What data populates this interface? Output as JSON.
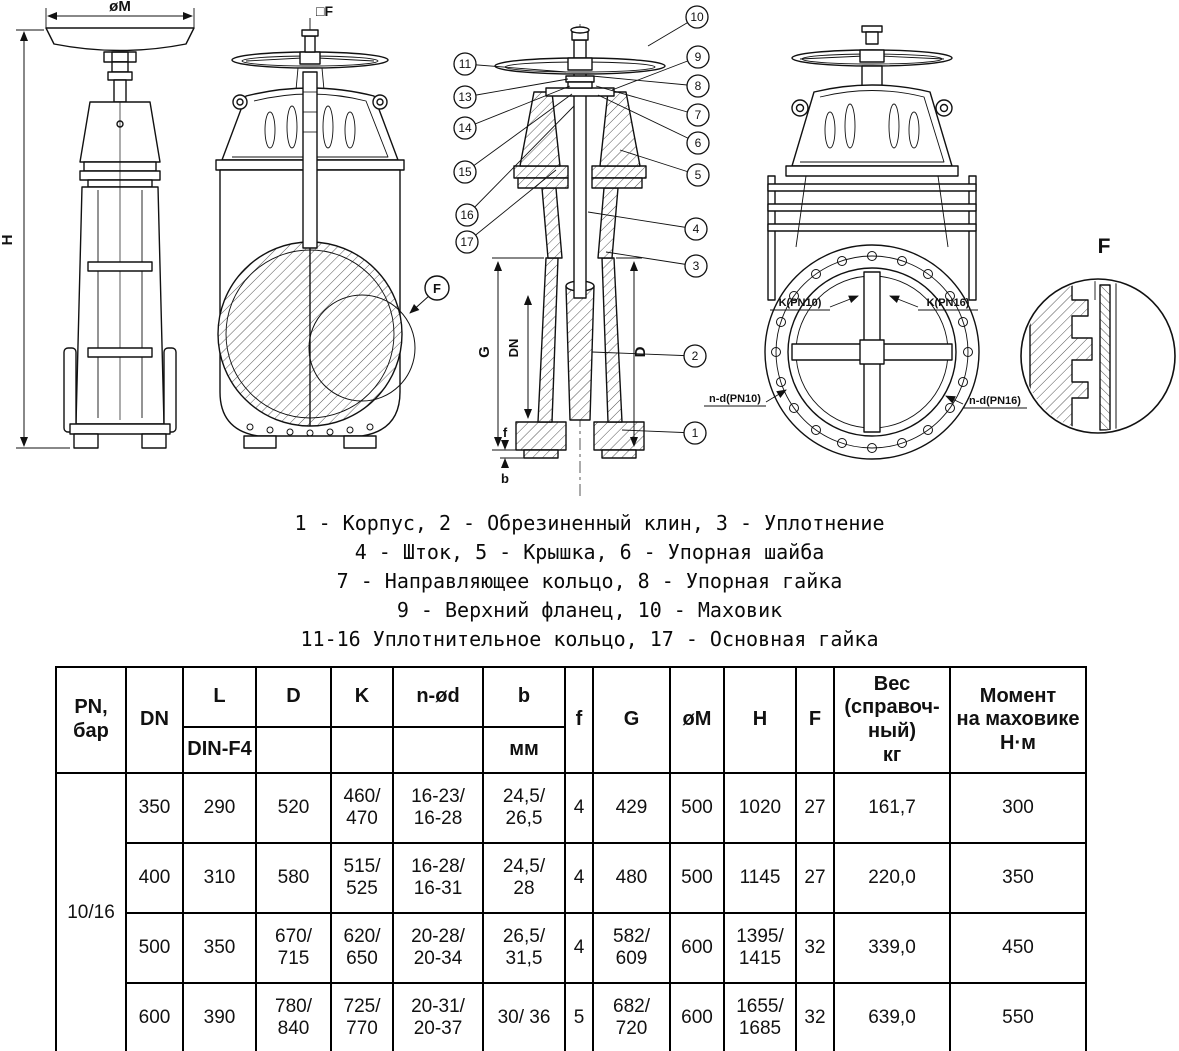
{
  "drawing": {
    "dims": {
      "oM": "øM",
      "H": "H",
      "Fsq": "□F",
      "G": "G",
      "DN": "DN",
      "D": "D",
      "f": "f",
      "b": "b"
    },
    "detail": {
      "Fcall": "F",
      "Ftitle": "F"
    },
    "flange": {
      "kpn10": "K(PN10)",
      "kpn16": "K(PN16)",
      "ndpn10": "n-d(PN10)",
      "ndpn16": "n-d(PN16)"
    },
    "callouts": {
      "n1": "1",
      "n2": "2",
      "n3": "3",
      "n4": "4",
      "n5": "5",
      "n6": "6",
      "n7": "7",
      "n8": "8",
      "n9": "9",
      "n10": "10",
      "n11": "11",
      "n13": "13",
      "n14": "14",
      "n15": "15",
      "n16": "16",
      "n17": "17"
    }
  },
  "legend": {
    "lines": [
      "1 - Корпус, 2 - Обрезиненный клин, 3 - Уплотнение",
      "4 - Шток, 5 - Крышка, 6 - Упорная шайба",
      "7 - Направляющее кольцо, 8 - Упорная гайка",
      "9 - Верхний фланец, 10 - Маховик",
      "11-16 Уплотнительное кольцо, 17 - Основная гайка"
    ]
  },
  "table": {
    "headers": {
      "pn": "PN,\nбар",
      "dn": "DN",
      "L": "L",
      "L_sub": "DIN-F4",
      "D": "D",
      "K": "K",
      "nod": "n-ød",
      "b": "b",
      "b_sub": "мм",
      "f": "f",
      "G": "G",
      "oM": "øM",
      "H": "H",
      "F": "F",
      "weight": "Вес\n(справоч-\nный)\nкг",
      "torque": "Момент\nна маховике\nН·м"
    },
    "pn_value": "10/16",
    "rows": [
      {
        "dn": "350",
        "l": "290",
        "d": "520",
        "k": "460/\n470",
        "nod": "16-23/\n16-28",
        "b": "24,5/\n26,5",
        "f": "4",
        "g": "429",
        "om": "500",
        "h": "1020",
        "fdim": "27",
        "weight": "161,7",
        "torque": "300"
      },
      {
        "dn": "400",
        "l": "310",
        "d": "580",
        "k": "515/\n525",
        "nod": "16-28/\n16-31",
        "b": "24,5/\n28",
        "f": "4",
        "g": "480",
        "om": "500",
        "h": "1145",
        "fdim": "27",
        "weight": "220,0",
        "torque": "350"
      },
      {
        "dn": "500",
        "l": "350",
        "d": "670/\n715",
        "k": "620/\n650",
        "nod": "20-28/\n20-34",
        "b": "26,5/\n31,5",
        "f": "4",
        "g": "582/\n609",
        "om": "600",
        "h": "1395/\n1415",
        "fdim": "32",
        "weight": "339,0",
        "torque": "450"
      },
      {
        "dn": "600",
        "l": "390",
        "d": "780/\n840",
        "k": "725/\n770",
        "nod": "20-31/\n20-37",
        "b": "30/ 36",
        "f": "5",
        "g": "682/\n720",
        "om": "600",
        "h": "1655/\n1685",
        "fdim": "32",
        "weight": "639,0",
        "torque": "550"
      }
    ]
  }
}
